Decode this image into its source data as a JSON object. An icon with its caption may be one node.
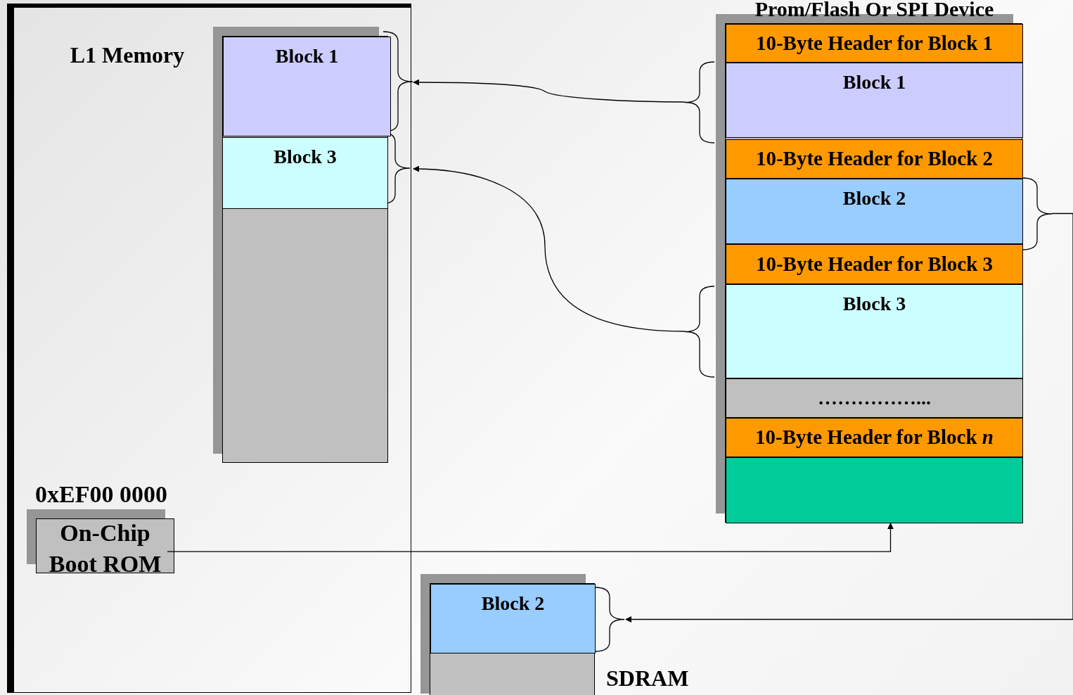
{
  "diagram": {
    "nodes": [
      {
        "text": [],
        "shape": "box"
      },
      {
        "text": [
          "L1 Memory"
        ],
        "in": 0
      },
      {
        "text": [
          "Block 1"
        ],
        "in": 1
      },
      {
        "text": [
          "Block 3"
        ],
        "in": 1
      },
      {
        "text": [
          "On-Chip Boot ROM"
        ],
        "beside": [
          "0xEF00 0000"
        ],
        "in": 0
      },
      {
        "text": [
          "Prom/Flash Or SPI Device"
        ]
      },
      {
        "text": [
          "10-Byte Header for Block 1"
        ],
        "in": 5
      },
      {
        "text": [
          "Block 1"
        ],
        "in": 5
      },
      {
        "text": [
          "10-Byte Header for Block 2"
        ],
        "in": 5
      },
      {
        "text": [
          "Block 2"
        ],
        "in": 5
      },
      {
        "text": [
          "10-Byte Header for Block 3"
        ],
        "in": 5
      },
      {
        "text": [
          "Block 3"
        ],
        "in": 5
      },
      {
        "text": [
          "……………..."
        ],
        "in": 5
      },
      {
        "text": [
          "10-Byte Header for Block *n*"
        ],
        "in": 5
      },
      {
        "text": [],
        "shape": "box",
        "in": 5
      },
      {
        "text": [
          "SDRAM"
        ]
      },
      {
        "text": [
          "Block 2"
        ],
        "in": 15
      }
    ],
    "edges": [
      {
        "from": 7,
        "to": 2,
        "arrow": "to"
      },
      {
        "from": 11,
        "to": 3,
        "arrow": "to"
      },
      {
        "from": 9,
        "to": 16,
        "arrow": "to"
      },
      {
        "from": 4,
        "to": 14,
        "arrow": "to"
      }
    ]
  }
}
